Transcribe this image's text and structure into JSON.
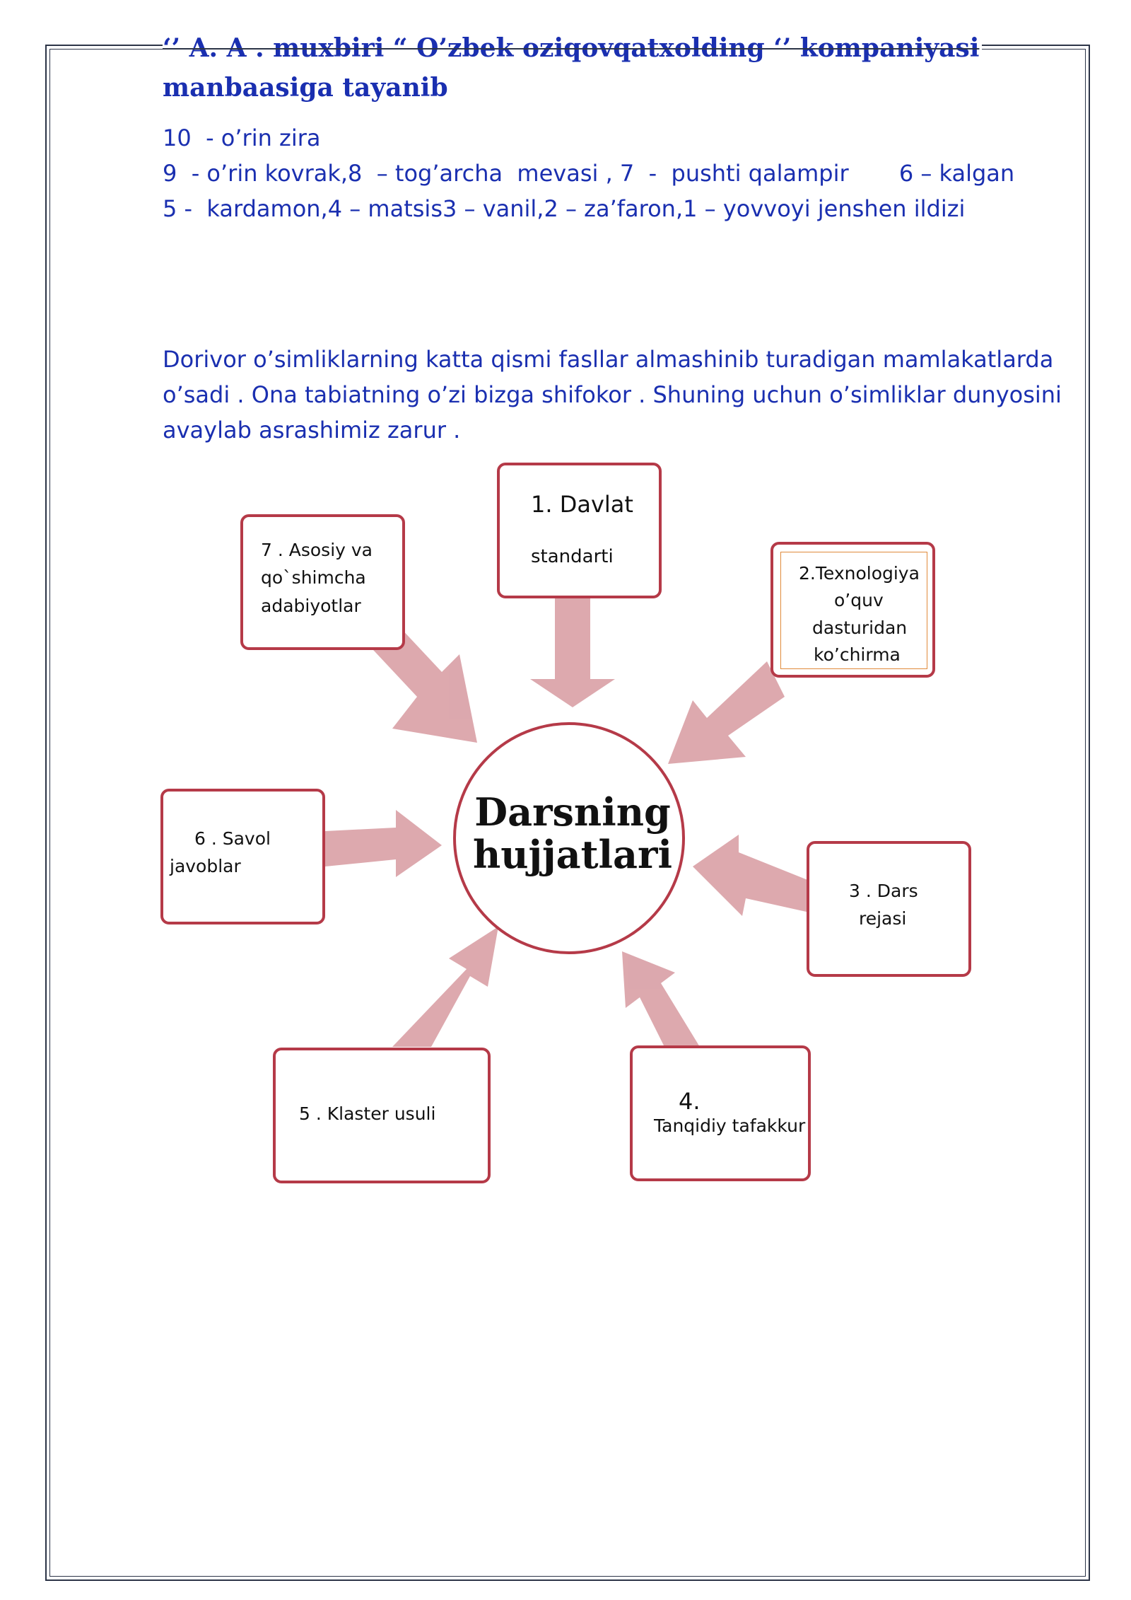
{
  "heading": {
    "line1": "‘’ A. A .  muxbiri  “ O’zbek  oziqovqatxolding ‘’ kompaniyasi",
    "line2": "manbaasiga tayanib"
  },
  "list": {
    "line1": "10  - o’rin zira",
    "line2": "9  - o’rin kovrak,8  – tog’archa  mevasi , 7  -  pushti qalampir       6 – kalgan",
    "line3": "5 -  kardamon,4 – matsis3 – vanil,2 – za’faron,1 – yovvoyi jenshen ildizi"
  },
  "paragraph": "Dorivor o’simliklarning katta qismi  fasllar almashinib turadigan  mamlakatlarda o’sadi . Ona  tabiatning o’zi bizga shifokor . Shuning uchun  o’simliklar dunyosini avaylab asrashimiz zarur .",
  "diagram": {
    "center": {
      "line1": "Darsning",
      "line2": "hujjatlari"
    },
    "box1": {
      "line1": "1. Davlat",
      "line2": "standarti"
    },
    "box2": {
      "line1": "2.Texnologiya",
      "line2": "o’quv",
      "line3": "dasturidan",
      "line4": "ko’chirma"
    },
    "box3": {
      "line1": "3 . Dars",
      "line2": "rejasi"
    },
    "box4": {
      "line1": "4.",
      "line2": "Tanqidiy tafakkur"
    },
    "box5": {
      "line1": "5 . Klaster usuli"
    },
    "box6": {
      "line1": "6 . Savol",
      "line2": "javoblar"
    },
    "box7": {
      "line1": "7 . Asosiy va",
      "line2": "qo`shimcha",
      "line3": "adabiyotlar"
    },
    "colors": {
      "box_border": "#b53a48",
      "arrow_fill": "#d79aa0",
      "text": "#1a2fb0"
    }
  }
}
